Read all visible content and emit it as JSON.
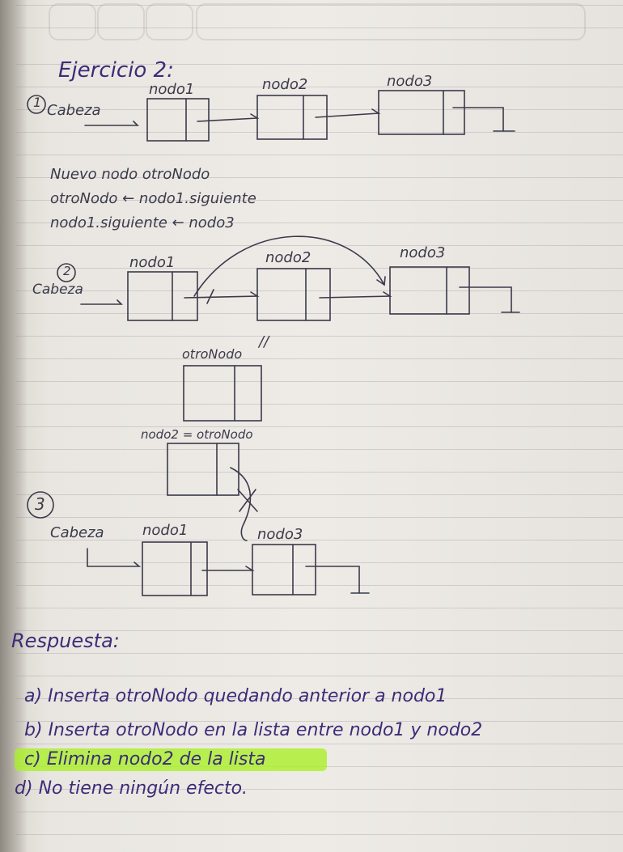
{
  "title": "Ejercicio 2:",
  "step1": {
    "number": "1",
    "head_label": "Cabeza",
    "nodes": [
      "nodo1",
      "nodo2",
      "nodo3"
    ]
  },
  "algorithm": [
    "Nuevo nodo otroNodo",
    "otroNodo ← nodo1.siguiente",
    "nodo1.siguiente ← nodo3"
  ],
  "step2": {
    "number": "2",
    "head_label": "Cabeza",
    "nodes": [
      "nodo1",
      "nodo2",
      "nodo3"
    ],
    "new_node_label": "otroNodo",
    "slash_mark": "//"
  },
  "step3": {
    "number": "3",
    "head_label": "Cabeza",
    "nodes": [
      "nodo1",
      "nodo3"
    ],
    "floating_label": "nodo2 = otroNodo"
  },
  "answer": {
    "heading": "Respuesta:",
    "options": [
      {
        "letter": "a)",
        "text": "Inserta otroNodo quedando anterior a nodo1"
      },
      {
        "letter": "b)",
        "text": "Inserta otroNodo en la lista entre nodo1 y nodo2"
      },
      {
        "letter": "c)",
        "text": "Elimina nodo2 de la lista"
      },
      {
        "letter": "d)",
        "text": "No tiene ningún efecto."
      }
    ],
    "highlight_color": "#a8f028"
  },
  "ink_color": "#3a3a4a",
  "pen_color": "#3b2c78"
}
